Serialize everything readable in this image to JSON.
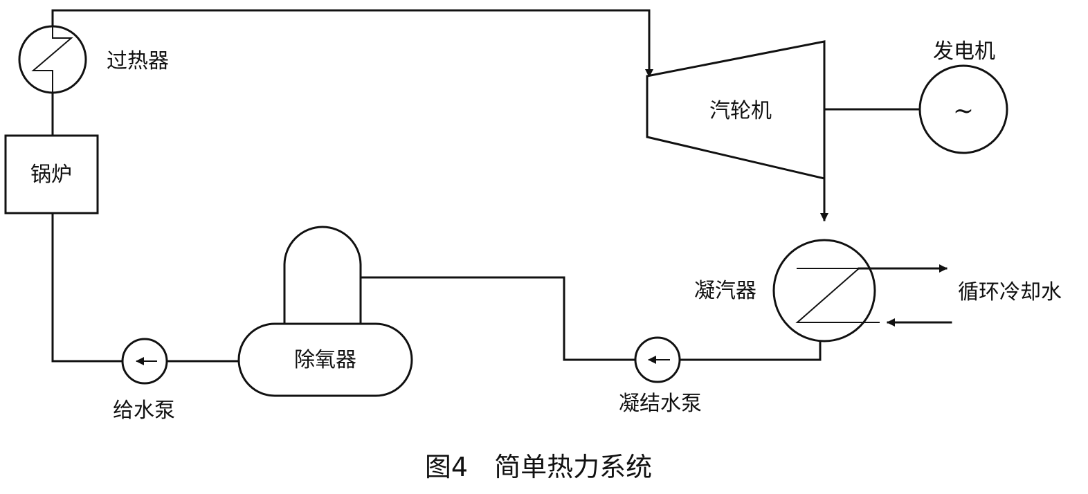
{
  "components": {
    "superheater": "过热器",
    "boiler": "锅炉",
    "turbine": "汽轮机",
    "generator": "发电机",
    "generator_symbol": "~",
    "condenser": "凝汽器",
    "cooling_water": "循环冷却水",
    "deaerator": "除氧器",
    "feed_pump": "给水泵",
    "condensate_pump": "凝结水泵"
  },
  "caption": "图4　简单热力系统"
}
